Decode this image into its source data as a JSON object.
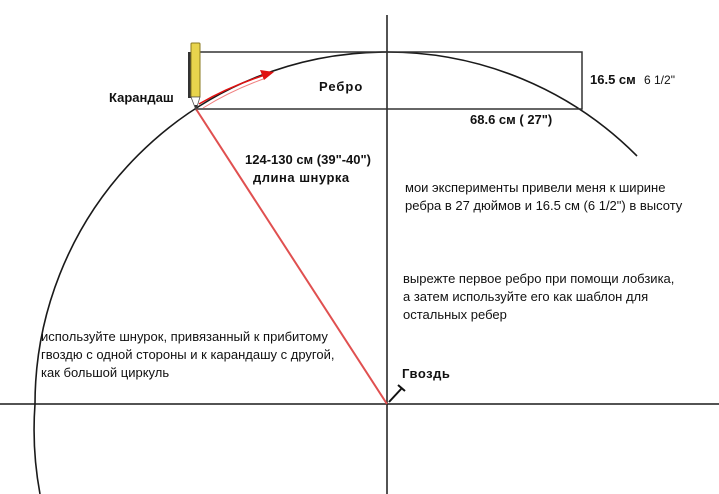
{
  "labels": {
    "pencil": "Карандаш",
    "rib": "Ребро",
    "height_cm": "16.5 см",
    "height_in": "6 1/2\"",
    "width": "68.6 см ( 27\")",
    "string_length": "124-130 см (39\"-40\")",
    "string_label": "длина шнурка",
    "nail": "Гвоздь"
  },
  "notes": {
    "experiments": [
      "мои эксперименты привели меня к ширине",
      "ребра в 27 дюймов и 16.5 см (6 1/2\") в высоту"
    ],
    "cut": [
      "вырежте первое ребро при помощи лобзика,",
      "а затем используйте его как шаблон для",
      "остальных ребер"
    ],
    "compass": [
      "используйте шнурок, привязанный к прибитому",
      "гвоздю с одной стороны и к карандашу с другой,",
      "как большой циркуль"
    ]
  },
  "colors": {
    "line": "#1a1a1a",
    "string": "#e05050",
    "arrow": "#e01010",
    "pencil_body": "#e8d44d"
  }
}
